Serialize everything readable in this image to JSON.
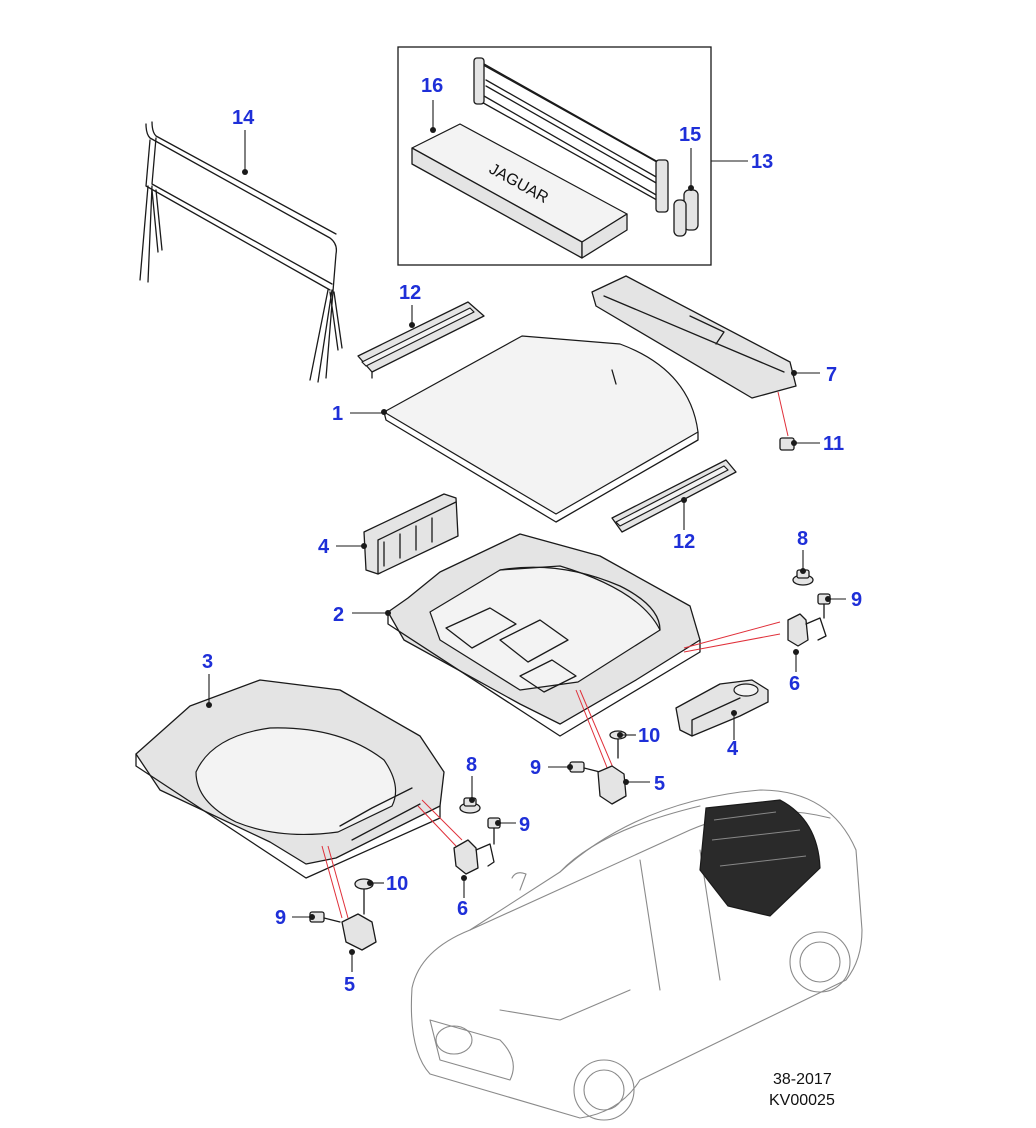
{
  "callouts": {
    "c1": "1",
    "c2": "2",
    "c3": "3",
    "c4a": "4",
    "c4b": "4",
    "c5a": "5",
    "c5b": "5",
    "c6a": "6",
    "c6b": "6",
    "c7": "7",
    "c8a": "8",
    "c8b": "8",
    "c9a": "9",
    "c9b": "9",
    "c9c": "9",
    "c9d": "9",
    "c10a": "10",
    "c10b": "10",
    "c11": "11",
    "c12a": "12",
    "c12b": "12",
    "c13": "13",
    "c14": "14",
    "c15": "15",
    "c16": "16"
  },
  "embossed_logo_text": "JAGUAR",
  "reference": {
    "date_code": "38-2017",
    "illustration_code": "KV00025"
  },
  "colors": {
    "callout": "#1e2fd8",
    "leader_red": "#e0303a",
    "line": "#1a1a1a"
  }
}
